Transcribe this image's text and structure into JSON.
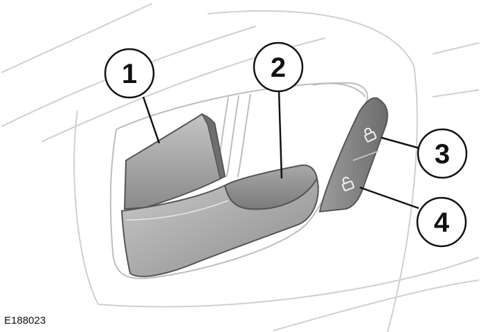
{
  "figure_id": "E188023",
  "callouts": [
    {
      "number": "1",
      "target": "door-release-handle"
    },
    {
      "number": "2",
      "target": "door-pull-handle"
    },
    {
      "number": "3",
      "target": "lock-button"
    },
    {
      "number": "4",
      "target": "unlock-button"
    }
  ],
  "icons": {
    "lock": "padlock-closed-icon",
    "unlock": "padlock-open-icon"
  }
}
